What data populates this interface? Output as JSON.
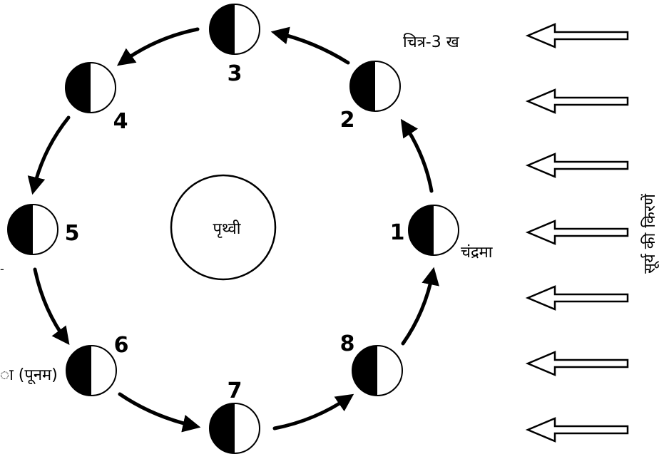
{
  "figure_label": "चित्र-3 ख",
  "earth_label": "पृथ्वी",
  "moon_label": "चंद्रमा",
  "sun_rays_label": "सूर्य की किरणें",
  "partial_label_left": "ा (पूनम)",
  "moon_numbers": [
    "1",
    "2",
    "3",
    "4",
    "5",
    "6",
    "7",
    "8"
  ],
  "colors": {
    "ink": "#000000",
    "background": "#ffffff"
  }
}
